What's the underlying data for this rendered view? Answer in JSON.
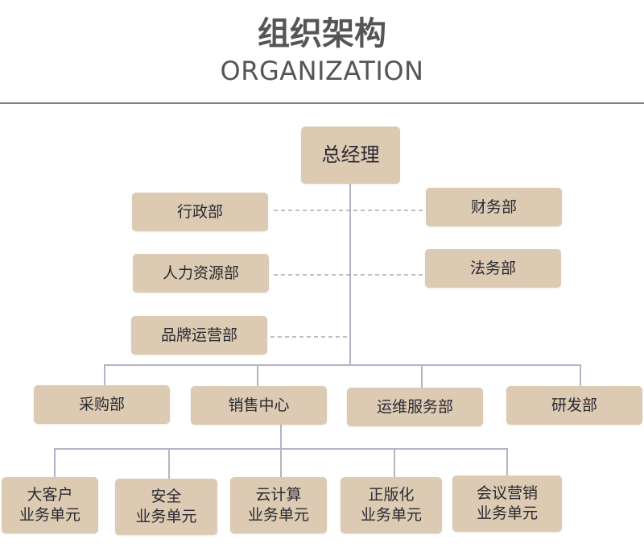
{
  "header": {
    "title": "组织架构",
    "subtitle": "ORGANIZATION"
  },
  "colors": {
    "box": "#dccab2",
    "line": "#b4b4c6",
    "text": "#2a2a33",
    "header_text": "#555555"
  },
  "org": {
    "ceo": "总经理",
    "staff_left": [
      "行政部",
      "人力资源部",
      "品牌运营部"
    ],
    "staff_right": [
      "财务部",
      "法务部"
    ],
    "departments": [
      "采购部",
      "销售中心",
      "运维服务部",
      "研发部"
    ],
    "sales_units": [
      {
        "line1": "大客户",
        "line2": "业务单元"
      },
      {
        "line1": "安全",
        "line2": "业务单元"
      },
      {
        "line1": "云计算",
        "line2": "业务单元"
      },
      {
        "line1": "正版化",
        "line2": "业务单元"
      },
      {
        "line1": "会议营销",
        "line2": "业务单元"
      }
    ]
  }
}
